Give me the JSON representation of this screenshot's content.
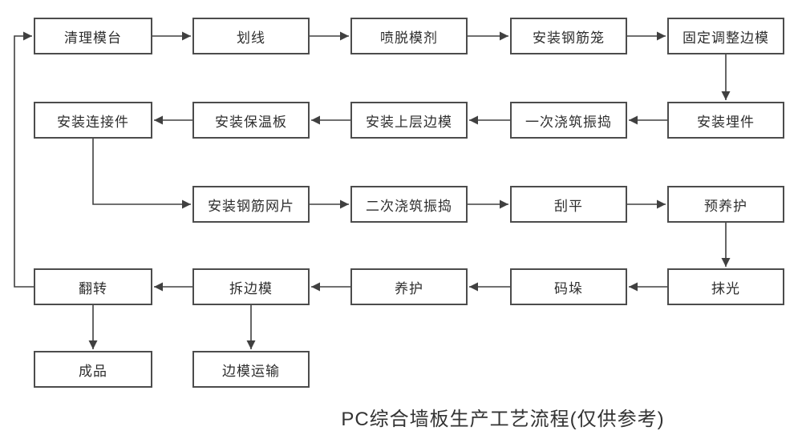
{
  "title": "PC综合墙板生产工艺流程(仅供参考)",
  "colors": {
    "background": "#ffffff",
    "box_border": "#4c4c4c",
    "line": "#404040",
    "text": "#2e2e2e"
  },
  "nodes": {
    "clean_mold_table": "清理模台",
    "marking": "划线",
    "spray_release_agent": "喷脱模剂",
    "install_rebar_cage": "安装钢筋笼",
    "fix_adjust_side_mold": "固定调整边模",
    "install_embedded_parts": "安装埋件",
    "first_pour_vibrate": "一次浇筑振捣",
    "install_upper_side_mold": "安装上层边模",
    "install_insulation_board": "安装保温板",
    "install_connectors": "安装连接件",
    "install_rebar_mesh": "安装钢筋网片",
    "second_pour_vibrate": "二次浇筑振捣",
    "scrape_flat": "刮平",
    "pre_curing": "预养护",
    "smoothing": "抹光",
    "stacking": "码垛",
    "curing": "养护",
    "remove_side_mold": "拆边模",
    "flip": "翻转",
    "finished_product": "成品",
    "side_mold_transport": "边模运输"
  },
  "edges": [
    [
      "clean_mold_table",
      "marking"
    ],
    [
      "marking",
      "spray_release_agent"
    ],
    [
      "spray_release_agent",
      "install_rebar_cage"
    ],
    [
      "install_rebar_cage",
      "fix_adjust_side_mold"
    ],
    [
      "fix_adjust_side_mold",
      "install_embedded_parts"
    ],
    [
      "install_embedded_parts",
      "first_pour_vibrate"
    ],
    [
      "first_pour_vibrate",
      "install_upper_side_mold"
    ],
    [
      "install_upper_side_mold",
      "install_insulation_board"
    ],
    [
      "install_insulation_board",
      "install_connectors"
    ],
    [
      "install_connectors",
      "install_rebar_mesh"
    ],
    [
      "install_rebar_mesh",
      "second_pour_vibrate"
    ],
    [
      "second_pour_vibrate",
      "scrape_flat"
    ],
    [
      "scrape_flat",
      "pre_curing"
    ],
    [
      "pre_curing",
      "smoothing"
    ],
    [
      "smoothing",
      "stacking"
    ],
    [
      "stacking",
      "curing"
    ],
    [
      "curing",
      "remove_side_mold"
    ],
    [
      "remove_side_mold",
      "flip"
    ],
    [
      "flip",
      "clean_mold_table"
    ],
    [
      "flip",
      "finished_product"
    ],
    [
      "remove_side_mold",
      "side_mold_transport"
    ]
  ]
}
